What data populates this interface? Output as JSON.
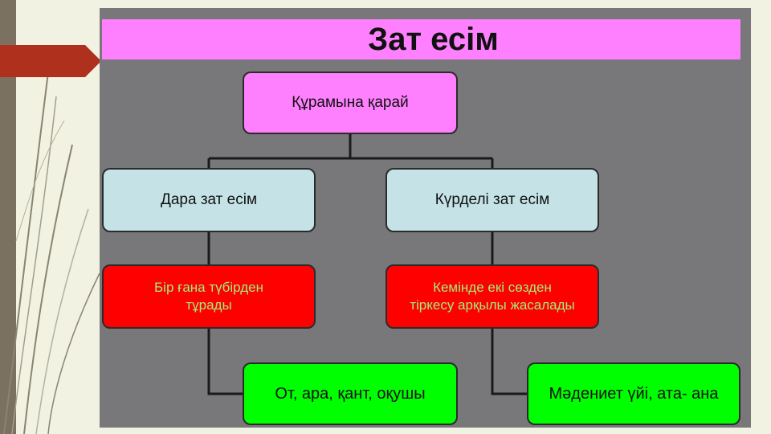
{
  "slide": {
    "title": "Зат есім",
    "root": "Құрамына қарай",
    "branches": [
      {
        "type": "Дара зат есім",
        "definition": "Бір ғана түбірден\nтұрады",
        "examples": "От, ара, қант, оқушы"
      },
      {
        "type": "Күрделі зат есім",
        "definition": "Кемінде екі сөзден\nтіркесу арқылы жасалады",
        "examples": "Мәдениет үйі, ата- ана"
      }
    ]
  },
  "colors": {
    "title_bar": "#ff80ff",
    "root_box": "#ff80ff",
    "type_box": "#c5e3e7",
    "definition_box": "#ff0000",
    "definition_text": "#9ef07a",
    "example_box": "#00ff00",
    "panel": "#787779",
    "accent_tab": "#b0301e"
  }
}
